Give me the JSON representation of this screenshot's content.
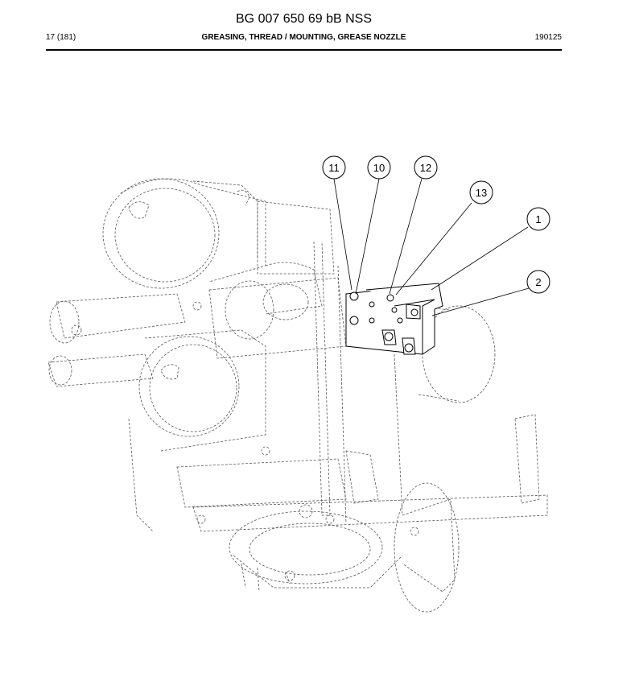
{
  "header": {
    "doc_title": "BG 007 650 69 bB NSS",
    "page": "17 (181)",
    "section_title": "GREASING, THREAD / MOUNTING, GREASE NOZZLE",
    "date": "190125"
  },
  "callouts": [
    {
      "id": "c11",
      "label": "11"
    },
    {
      "id": "c10",
      "label": "10"
    },
    {
      "id": "c12",
      "label": "12"
    },
    {
      "id": "c13",
      "label": "13"
    },
    {
      "id": "c1",
      "label": "1"
    },
    {
      "id": "c2",
      "label": "2"
    }
  ]
}
